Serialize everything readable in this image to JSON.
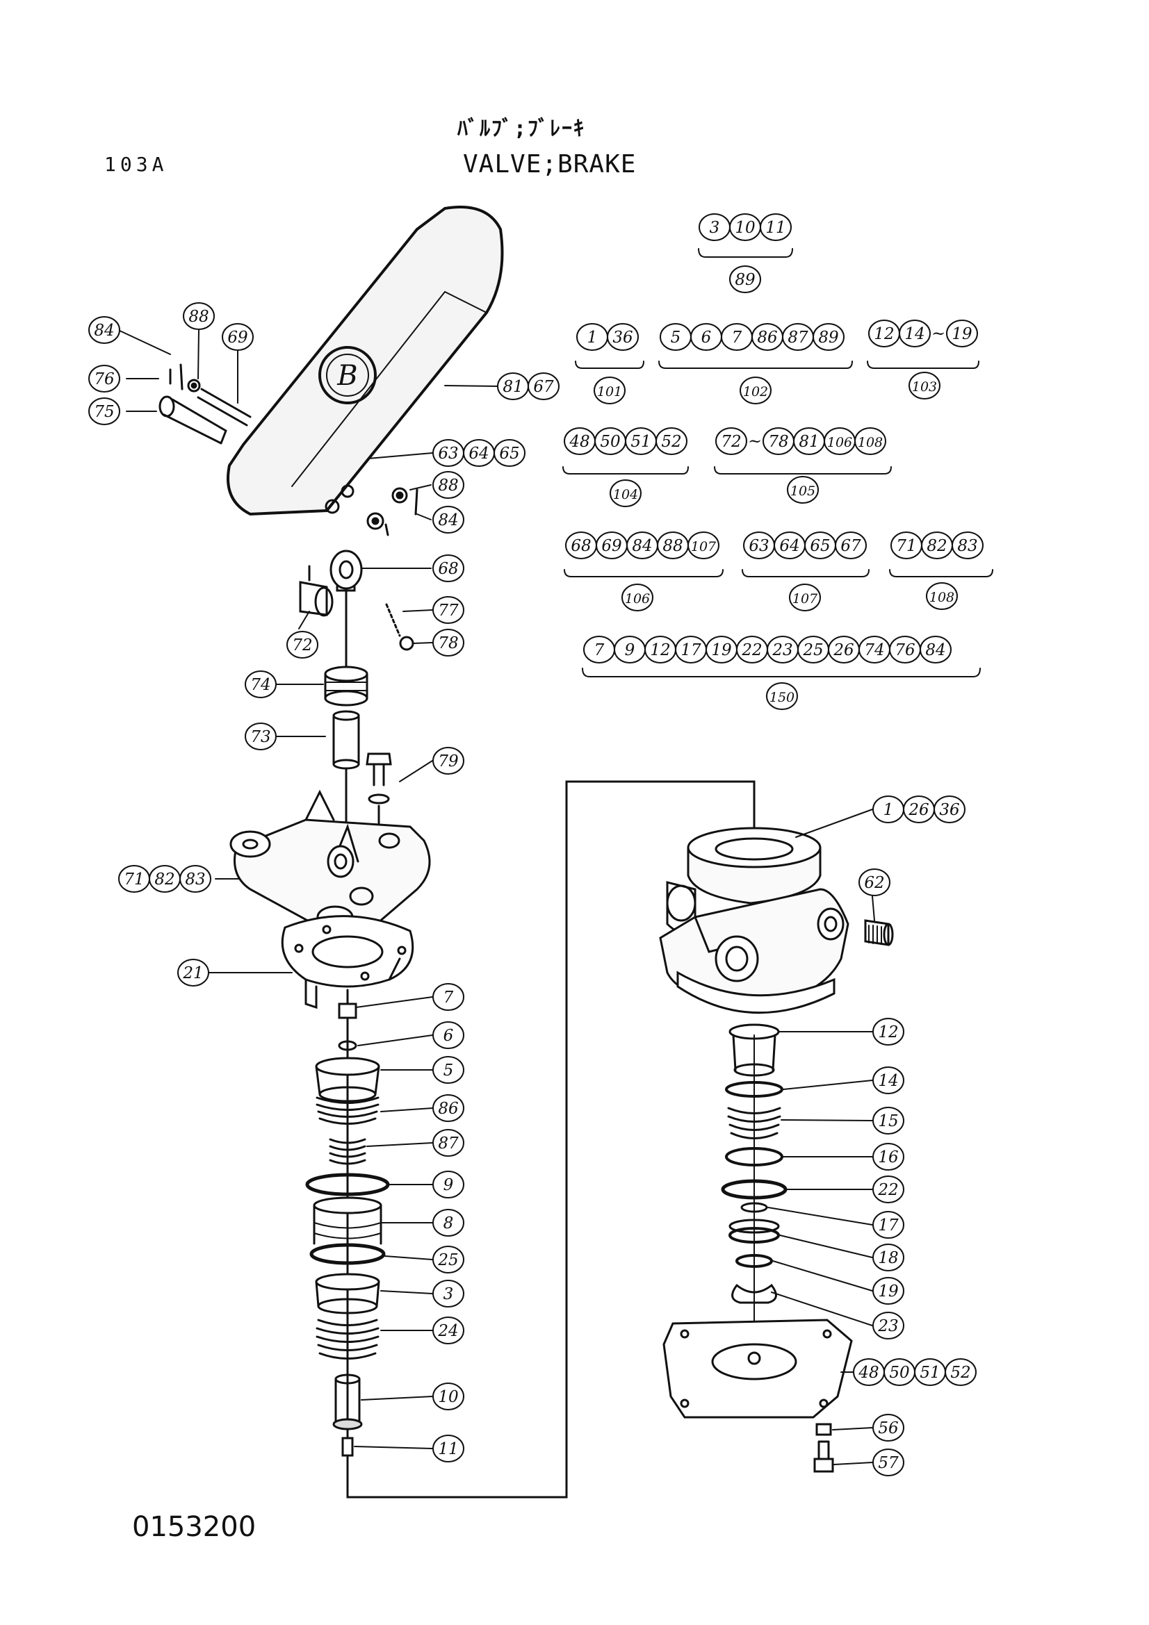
{
  "header": {
    "page_code": "103A",
    "title_jp": "ﾊﾞﾙﾌﾞ;ﾌﾞﾚｰｷ",
    "title_en": "VALVE;BRAKE"
  },
  "footer": {
    "drawing_no": "0153200"
  },
  "assemblies": [
    {
      "parts": [
        "3",
        "10",
        "11"
      ],
      "assembly": "89"
    },
    {
      "parts": [
        "1",
        "36"
      ],
      "assembly": "101"
    },
    {
      "parts": [
        "5",
        "6",
        "7",
        "86",
        "87",
        "89"
      ],
      "assembly": "102"
    },
    {
      "parts": [
        "12",
        "14",
        "~",
        "19"
      ],
      "assembly": "103"
    },
    {
      "parts": [
        "48",
        "50",
        "51",
        "52"
      ],
      "assembly": "104"
    },
    {
      "parts": [
        "72",
        "~",
        "78",
        "81",
        "106",
        "108"
      ],
      "assembly": "105"
    },
    {
      "parts": [
        "68",
        "69",
        "84",
        "88",
        "107"
      ],
      "assembly": "106"
    },
    {
      "parts": [
        "63",
        "64",
        "65",
        "67"
      ],
      "assembly": "107"
    },
    {
      "parts": [
        "71",
        "82",
        "83"
      ],
      "assembly": "108"
    },
    {
      "parts": [
        "7",
        "9",
        "12",
        "17",
        "19",
        "22",
        "23",
        "25",
        "26",
        "74",
        "76",
        "84"
      ],
      "assembly": "150"
    }
  ],
  "callouts": [
    {
      "id": "c84a",
      "labels": [
        "84"
      ]
    },
    {
      "id": "c88a",
      "labels": [
        "88"
      ]
    },
    {
      "id": "c69",
      "labels": [
        "69"
      ]
    },
    {
      "id": "c76",
      "labels": [
        "76"
      ]
    },
    {
      "id": "c75",
      "labels": [
        "75"
      ]
    },
    {
      "id": "c81",
      "labels": [
        "81",
        "67"
      ]
    },
    {
      "id": "c63",
      "labels": [
        "63",
        "64",
        "65"
      ]
    },
    {
      "id": "c88b",
      "labels": [
        "88"
      ]
    },
    {
      "id": "c84b",
      "labels": [
        "84"
      ]
    },
    {
      "id": "c68",
      "labels": [
        "68"
      ]
    },
    {
      "id": "c77",
      "labels": [
        "77"
      ]
    },
    {
      "id": "c72",
      "labels": [
        "72"
      ]
    },
    {
      "id": "c78",
      "labels": [
        "78"
      ]
    },
    {
      "id": "c74",
      "labels": [
        "74"
      ]
    },
    {
      "id": "c73",
      "labels": [
        "73"
      ]
    },
    {
      "id": "c79",
      "labels": [
        "79"
      ]
    },
    {
      "id": "c71",
      "labels": [
        "71",
        "82",
        "83"
      ]
    },
    {
      "id": "c21",
      "labels": [
        "21"
      ]
    },
    {
      "id": "c7",
      "labels": [
        "7"
      ]
    },
    {
      "id": "c6",
      "labels": [
        "6"
      ]
    },
    {
      "id": "c5",
      "labels": [
        "5"
      ]
    },
    {
      "id": "c86",
      "labels": [
        "86"
      ]
    },
    {
      "id": "c87",
      "labels": [
        "87"
      ]
    },
    {
      "id": "c9",
      "labels": [
        "9"
      ]
    },
    {
      "id": "c8",
      "labels": [
        "8"
      ]
    },
    {
      "id": "c25",
      "labels": [
        "25"
      ]
    },
    {
      "id": "c3",
      "labels": [
        "3"
      ]
    },
    {
      "id": "c24",
      "labels": [
        "24"
      ]
    },
    {
      "id": "c10",
      "labels": [
        "10"
      ]
    },
    {
      "id": "c11",
      "labels": [
        "11"
      ]
    },
    {
      "id": "c1",
      "labels": [
        "1",
        "26",
        "36"
      ]
    },
    {
      "id": "c62",
      "labels": [
        "62"
      ]
    },
    {
      "id": "c12",
      "labels": [
        "12"
      ]
    },
    {
      "id": "c14",
      "labels": [
        "14"
      ]
    },
    {
      "id": "c15",
      "labels": [
        "15"
      ]
    },
    {
      "id": "c16",
      "labels": [
        "16"
      ]
    },
    {
      "id": "c22",
      "labels": [
        "22"
      ]
    },
    {
      "id": "c17",
      "labels": [
        "17"
      ]
    },
    {
      "id": "c18",
      "labels": [
        "18"
      ]
    },
    {
      "id": "c19",
      "labels": [
        "19"
      ]
    },
    {
      "id": "c23",
      "labels": [
        "23"
      ]
    },
    {
      "id": "c48",
      "labels": [
        "48",
        "50",
        "51",
        "52"
      ]
    },
    {
      "id": "c56",
      "labels": [
        "56"
      ]
    },
    {
      "id": "c57",
      "labels": [
        "57"
      ]
    }
  ],
  "pedal_logo": "B"
}
